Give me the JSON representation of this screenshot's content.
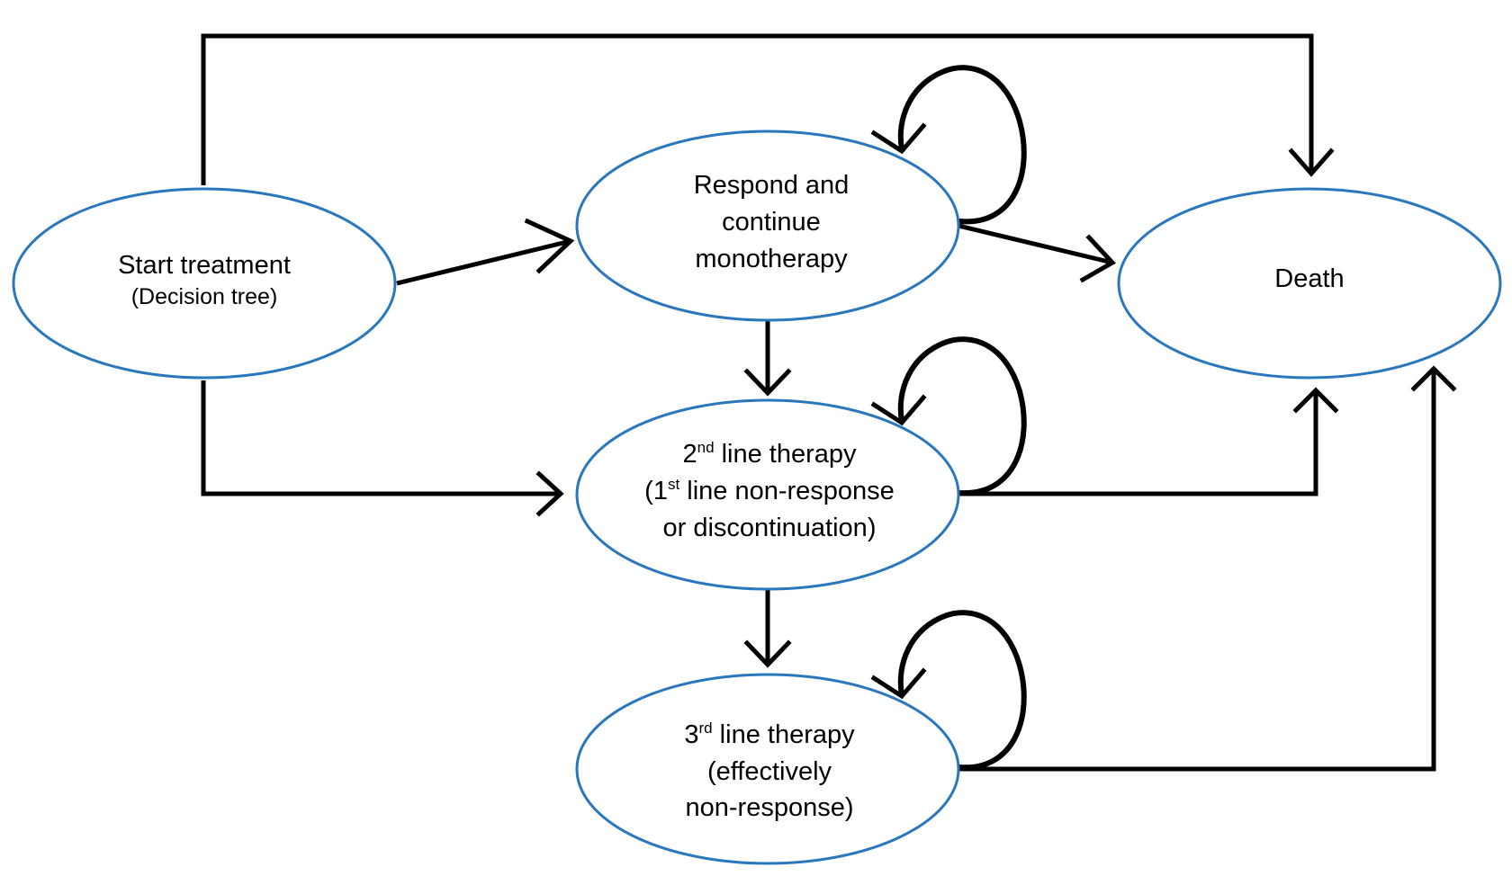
{
  "nodes": {
    "start": {
      "line1": "Start treatment",
      "line2": "(Decision tree)"
    },
    "respond": {
      "line1": "Respond and",
      "line2": "continue",
      "line3": "monotherapy"
    },
    "death": {
      "line1": "Death"
    },
    "second": {
      "line1_num": "2",
      "line1_sup": "nd",
      "line1_rest": " line therapy",
      "line2_pre": "(1",
      "line2_sup": "st",
      "line2_rest": " line non-response",
      "line3": "or discontinuation)"
    },
    "third": {
      "line1_num": "3",
      "line1_sup": "rd",
      "line1_rest": " line therapy",
      "line2": "(effectively",
      "line3": "non-response)"
    }
  },
  "colors": {
    "node_border": "#2a77bd",
    "arrow": "#000000",
    "background": "#ffffff"
  }
}
